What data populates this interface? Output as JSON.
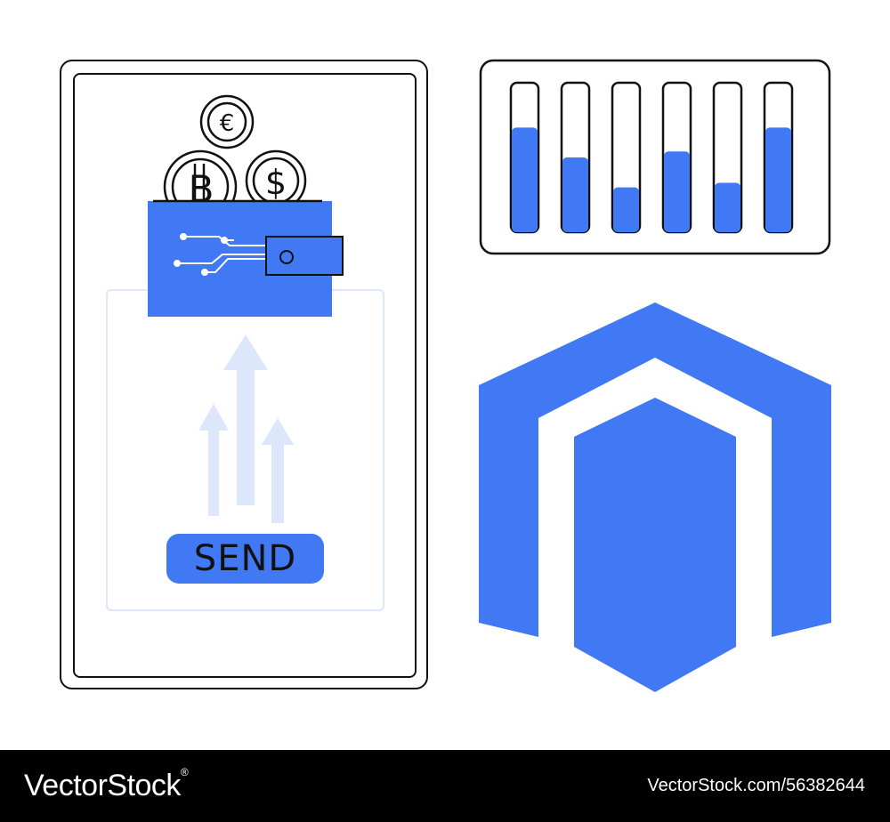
{
  "wallet": {
    "send_label": "SEND",
    "coin_euro": "€",
    "coin_bitcoin": "B",
    "coin_dollar": "$"
  },
  "level_bars": {
    "fill_fraction": [
      0.7,
      0.5,
      0.3,
      0.54,
      0.33,
      0.7
    ]
  },
  "colors": {
    "accent": "#4178f4",
    "accent_light": "#dce7fb",
    "outline": "#111111"
  },
  "footer": {
    "brand": "VectorStock",
    "brand_mark": "®",
    "image_id": "VectorStock.com/56382644"
  }
}
